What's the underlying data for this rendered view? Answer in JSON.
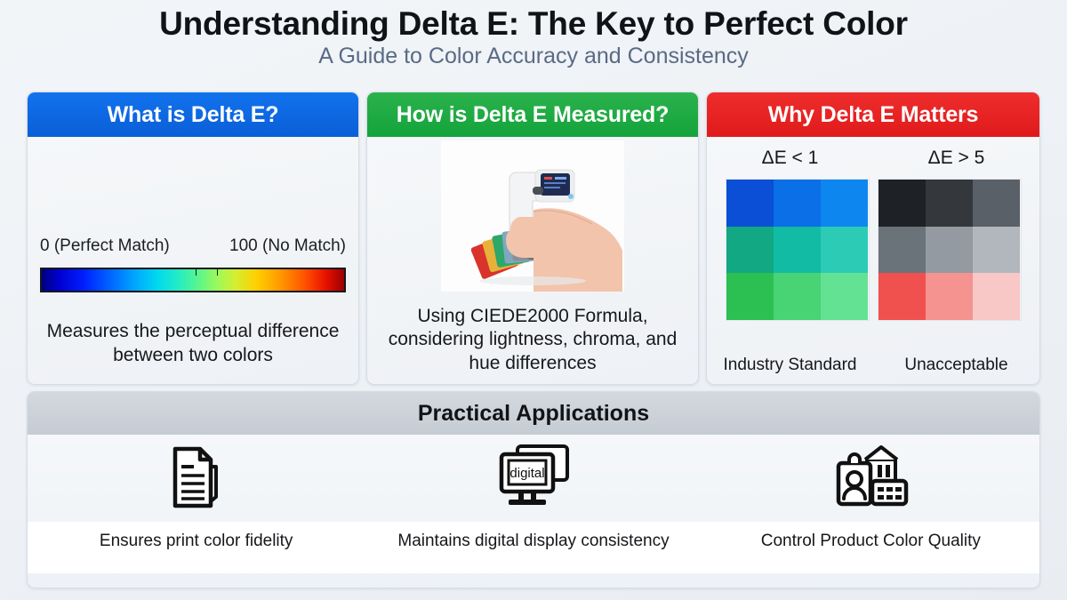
{
  "header": {
    "title": "Understanding Delta E: The Key to Perfect Color",
    "subtitle": "A Guide to Color Accuracy and Consistency"
  },
  "colors": {
    "card1_accent": "#0a5fd6",
    "card2_accent": "#14a33b",
    "card3_accent": "#e01a1a",
    "panel_head": "#c6ccd4",
    "page_bg": "#eef2f6",
    "title_color": "#111317",
    "subtitle_color": "#5a6a85"
  },
  "cards": [
    {
      "id": "what-is-delta-e",
      "heading": "What is Delta E?",
      "scale_min_label": "0 (Perfect Match)",
      "scale_max_label": "100 (No Match)",
      "gradient_name": "jet-colormap",
      "caption": "Measures the perceptual difference between two colors"
    },
    {
      "id": "how-is-delta-e-measured",
      "heading": "How is Delta E Measured?",
      "image_alt": "handheld spectrophotometer measuring a color swatch fan deck",
      "caption": "Using CIEDE2000 Formula, considering lightness, chroma, and hue differences"
    },
    {
      "id": "why-delta-e-matters",
      "heading": "Why Delta E Matters",
      "left": {
        "label": "ΔE < 1",
        "caption": "Industry Standard",
        "swatches": [
          "#0a4fd6",
          "#0b6fe8",
          "#0e86f0",
          "#11a883",
          "#12bba4",
          "#2ccbb6",
          "#2cbf52",
          "#48d375",
          "#63e293"
        ]
      },
      "right": {
        "label": "ΔE > 5",
        "caption": "Unacceptable",
        "swatches": [
          "#1e2226",
          "#34383c",
          "#5a6068",
          "#6a727a",
          "#949aa1",
          "#b1b7bd",
          "#f0504e",
          "#f4938f",
          "#f8c8c6"
        ]
      }
    }
  ],
  "panel": {
    "heading": "Practical Applications",
    "items": [
      {
        "icon": "document-icon",
        "label": "Ensures print color fidelity"
      },
      {
        "icon": "monitor-icon",
        "label": "Maintains digital display consistency",
        "screen_text": "digital"
      },
      {
        "icon": "id-badge-factory-icon",
        "label": "Control Product Color Quality"
      }
    ]
  }
}
